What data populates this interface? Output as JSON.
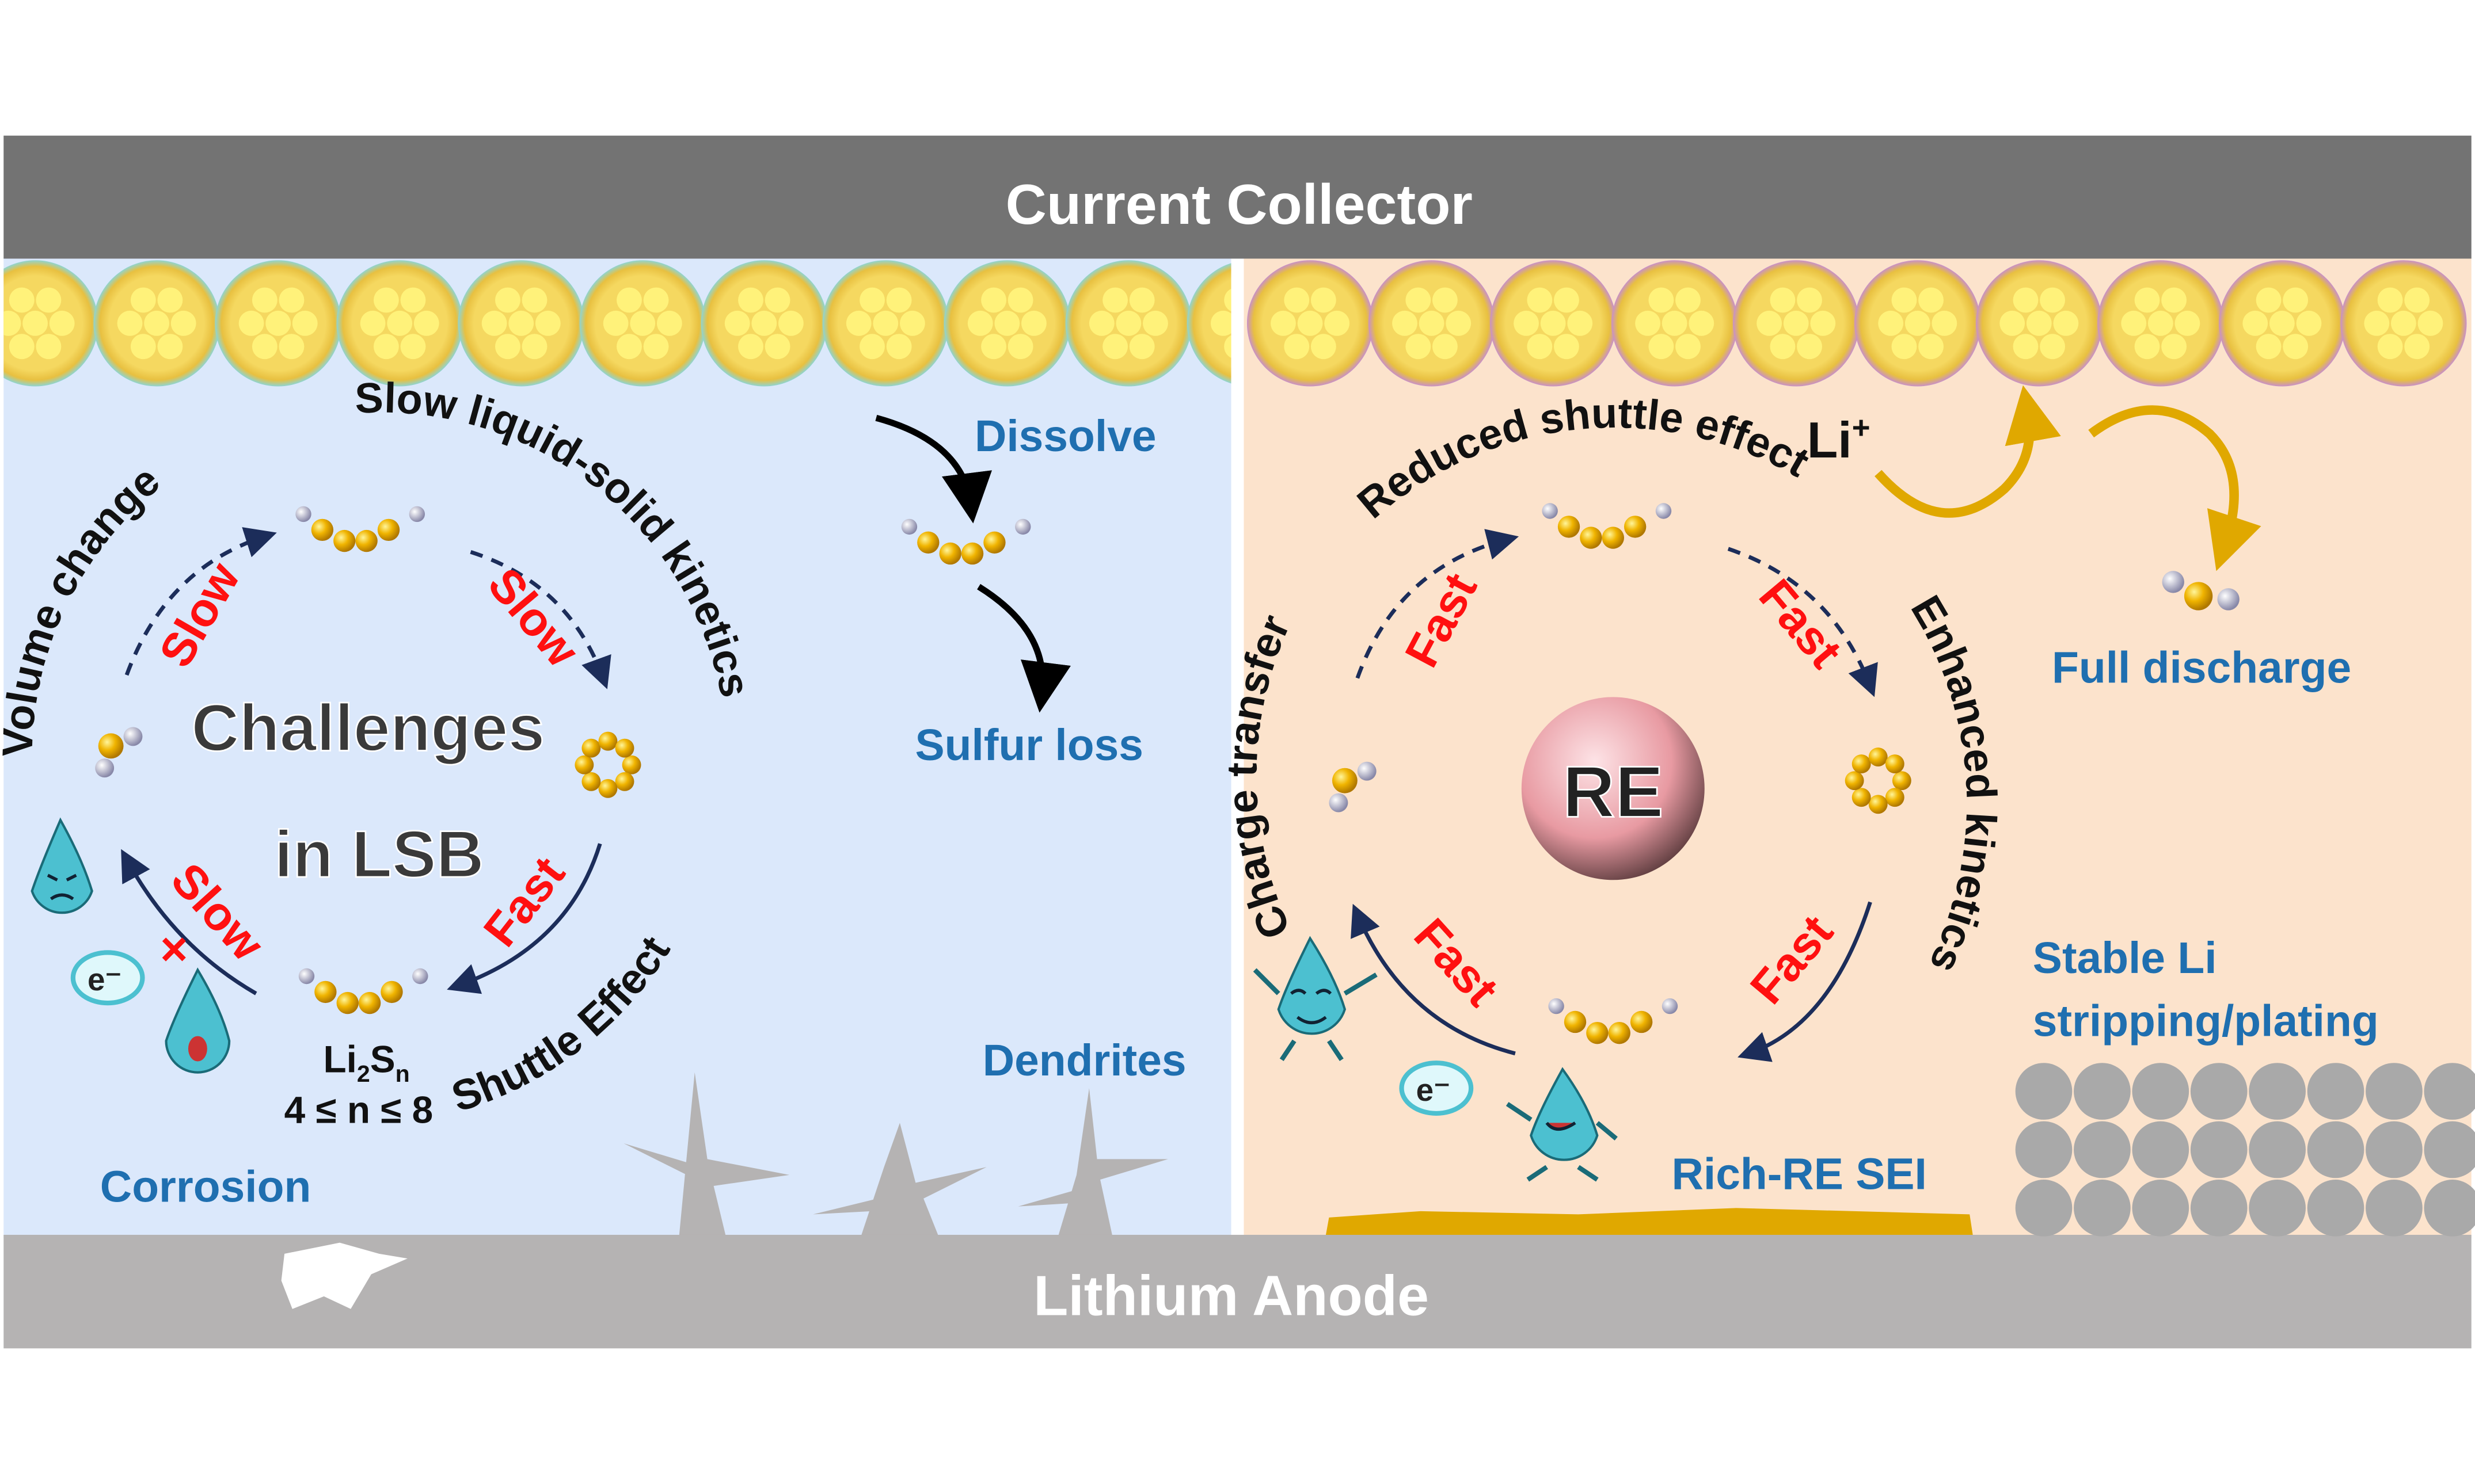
{
  "top_bar": {
    "label": "Current Collector",
    "color": "#737373"
  },
  "bottom_bar": {
    "label": "Lithium Anode",
    "color": "#b5b3b3"
  },
  "left_panel": {
    "background": "#dbe8fb",
    "title_line1": "Challenges",
    "title_line2": "in LSB",
    "arc_labels": {
      "volume": "Volume change",
      "kinetics": "Slow liquid-solid kinetics",
      "shuttle": "Shuttle Effect"
    },
    "speed_labels": [
      "Slow",
      "Slow",
      "Slow",
      "Fast"
    ],
    "blocked_mark": "×",
    "electron": "e⁻",
    "formula": {
      "main": "Li",
      "sub1": "2",
      "main2": "S",
      "sub2": "n",
      "range": "4 ≤ n ≤ 8"
    },
    "side_labels": {
      "dissolve": "Dissolve",
      "sulfur_loss": "Sulfur loss",
      "dendrites": "Dendrites",
      "corrosion": "Corrosion"
    }
  },
  "right_panel": {
    "background": "#fce3cc",
    "center_label": "RE",
    "arc_labels": {
      "charge": "Charge transfer",
      "shuttle": "Reduced shuttle effect",
      "kinetics": "Enhanced kinetics"
    },
    "speed_labels": [
      "Fast",
      "Fast",
      "Fast",
      "Fast"
    ],
    "electron": "e⁻",
    "li_ion": {
      "main": "Li",
      "sup": "+"
    },
    "side_labels": {
      "full_discharge": "Full discharge",
      "stable_line1": "Stable Li",
      "stable_line2": "stripping/plating",
      "sei": "Rich-RE SEI"
    }
  },
  "colors": {
    "label_blue": "#1f6fb0",
    "speed_red": "#ff1010",
    "sulfur": "#f0b400",
    "lithium": "#b8b8d0",
    "sei_gold": "#e0a800"
  }
}
